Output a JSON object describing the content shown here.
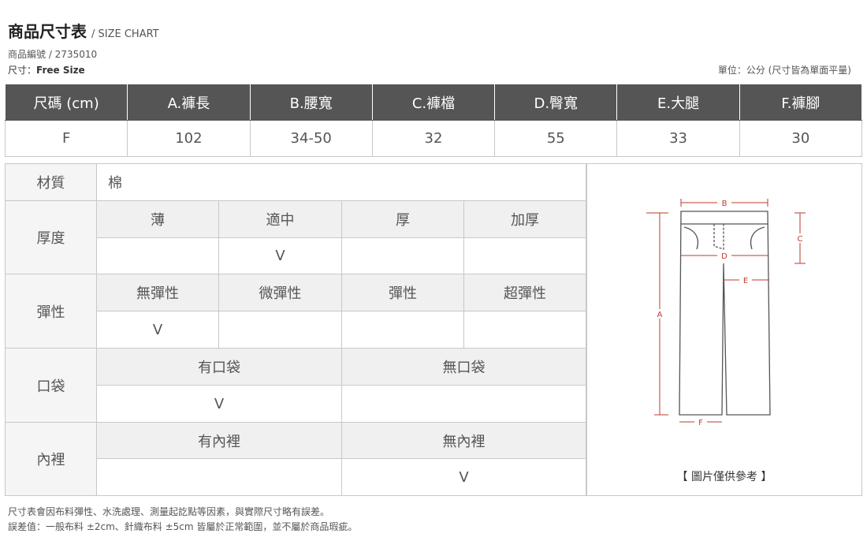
{
  "header": {
    "title": "商品尺寸表",
    "subtitle": "/ SIZE CHART",
    "code": "商品編號 / 2735010",
    "size_label": "尺寸：",
    "size_value": "Free Size",
    "unit": "單位：公分 (尺寸皆為單面平量)"
  },
  "measure_table": {
    "headers": [
      "尺碼 (cm)",
      "A.褲長",
      "B.腰寬",
      "C.褲檔",
      "D.臀寬",
      "E.大腿",
      "F.褲腳"
    ],
    "row": [
      "F",
      "102",
      "34-50",
      "32",
      "55",
      "33",
      "30"
    ]
  },
  "details": {
    "material": {
      "label": "材質",
      "value": "棉"
    },
    "thickness": {
      "label": "厚度",
      "options": [
        "薄",
        "適中",
        "厚",
        "加厚"
      ],
      "marks": [
        "",
        "V",
        "",
        ""
      ]
    },
    "elasticity": {
      "label": "彈性",
      "options": [
        "無彈性",
        "微彈性",
        "彈性",
        "超彈性"
      ],
      "marks": [
        "V",
        "",
        "",
        ""
      ]
    },
    "pocket": {
      "label": "口袋",
      "options": [
        "有口袋",
        "無口袋"
      ],
      "marks": [
        "V",
        ""
      ]
    },
    "lining": {
      "label": "內裡",
      "options": [
        "有內裡",
        "無內裡"
      ],
      "marks": [
        "",
        "V"
      ]
    }
  },
  "diagram": {
    "labels": {
      "a": "A",
      "b": "B",
      "c": "C",
      "d": "D",
      "e": "E",
      "f": "F"
    },
    "caption": "【 圖片僅供參考 】",
    "accent_color": "#c0392b"
  },
  "notes": [
    "尺寸表會因布料彈性、水洗處理、測量起訖點等因素，與實際尺寸略有誤差。",
    "誤差值：一般布料 ±2cm、針織布料 ±5cm 皆屬於正常範圍，並不屬於商品瑕疵。"
  ]
}
